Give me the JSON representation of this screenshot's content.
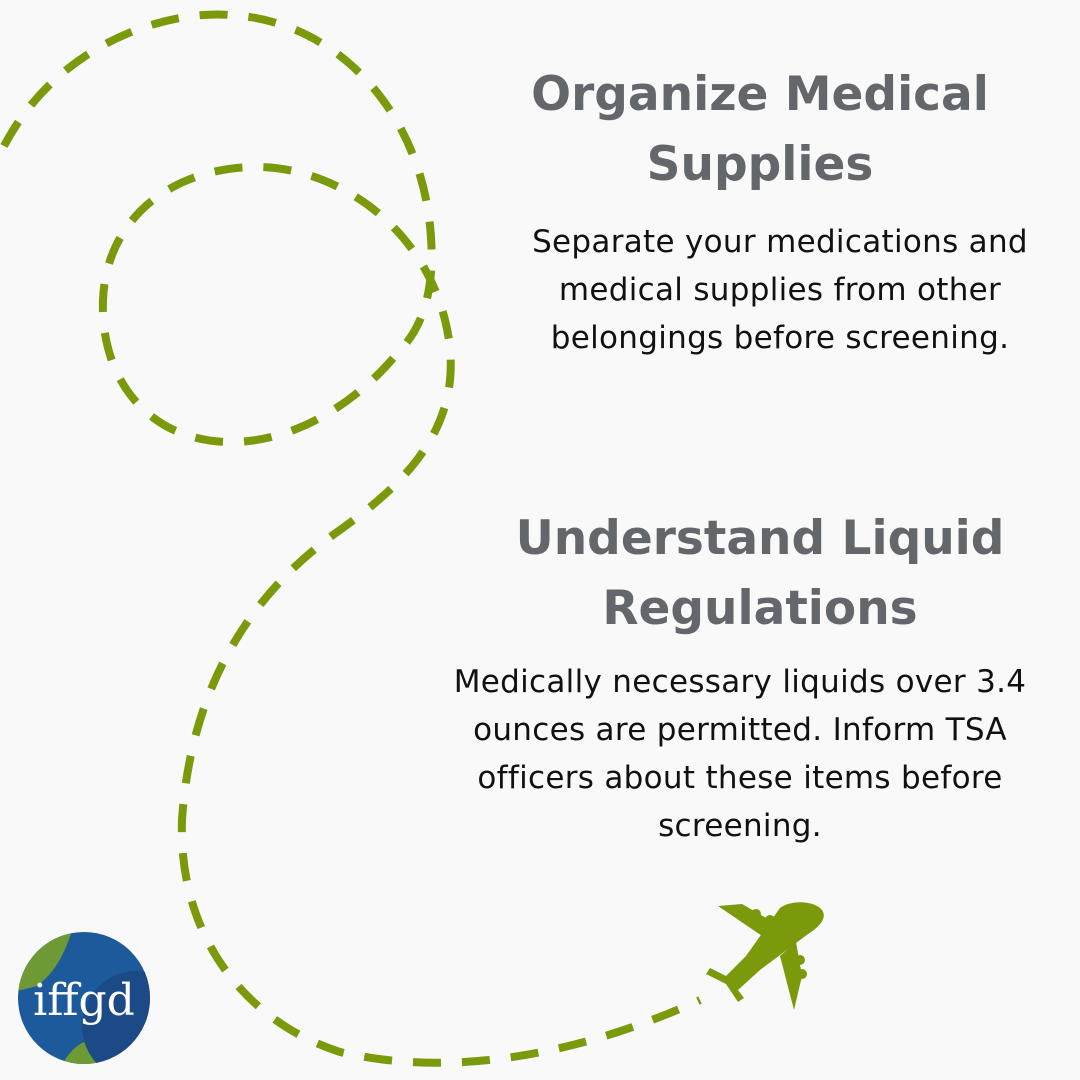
{
  "sections": [
    {
      "heading": "Organize Medical Supplies",
      "body": "Separate your medications and medical supplies from other belongings before screening."
    },
    {
      "heading": "Understand Liquid Regulations",
      "body": "Medically necessary liquids over 3.4 ounces are permitted. Inform TSA officers about these items before screening."
    }
  ],
  "logo": {
    "text": "iffgd",
    "icon": "iffgd-logo"
  },
  "decor": {
    "path_icon": "dashed-flight-path",
    "plane_icon": "airplane-icon"
  },
  "colors": {
    "background": "#f9f9f9",
    "accent_green": "#7a9a0c",
    "heading_gray": "#63666b",
    "logo_blue": "#1d5a9c",
    "logo_dark_blue": "#1c4a86",
    "logo_green": "#6e9a35"
  }
}
